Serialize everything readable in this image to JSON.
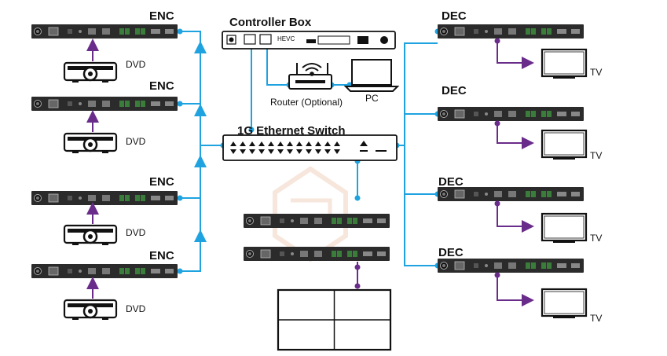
{
  "labels": {
    "enc": "ENC",
    "dec": "DEC",
    "dvd": "DVD",
    "tv": "TV",
    "controller": "Controller Box",
    "hevc": "HEVC",
    "router": "Router (Optional)",
    "pc": "PC",
    "switch": "1G Ethernet Switch"
  },
  "colors": {
    "network_line": "#1fa3e0",
    "hdmi_line": "#6a2c8a",
    "device_body": "#2b2b2b",
    "watermark": "#f1d2bf"
  }
}
